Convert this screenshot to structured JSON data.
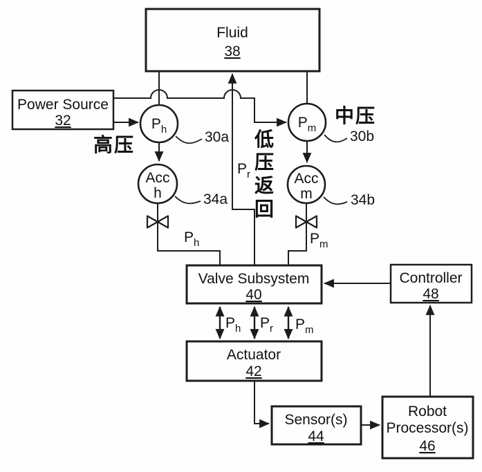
{
  "diagram": {
    "boxes": {
      "fluid": {
        "label": "Fluid",
        "ref": "38"
      },
      "power_source": {
        "label": "Power Source",
        "ref": "32"
      },
      "valve_subsystem": {
        "label": "Valve Subsystem",
        "ref": "40"
      },
      "controller": {
        "label": "Controller",
        "ref": "48"
      },
      "actuator": {
        "label": "Actuator",
        "ref": "42"
      },
      "sensors": {
        "label": "Sensor(s)",
        "ref": "44"
      },
      "robot_processors": {
        "lines": [
          "Robot",
          "Processor(s)"
        ],
        "ref": "46"
      }
    },
    "pumps": {
      "high": {
        "main": "P",
        "sub": "h",
        "callout": "30a"
      },
      "medium": {
        "main": "P",
        "sub": "m",
        "callout": "30b"
      }
    },
    "accumulators": {
      "high": {
        "line1": "Acc",
        "line2": "h",
        "callout": "34a"
      },
      "medium": {
        "line1": "Acc",
        "line2": "m",
        "callout": "34b"
      }
    },
    "pressure_labels": {
      "p_h": {
        "main": "P",
        "sub": "h"
      },
      "p_r": {
        "main": "P",
        "sub": "r"
      },
      "p_m": {
        "main": "P",
        "sub": "m"
      }
    },
    "annotations": {
      "high_pressure": "高压",
      "medium_pressure": "中压",
      "low_pressure_return_chars": [
        "低",
        "压",
        "返",
        "回"
      ],
      "color": "#4f7ed2"
    }
  }
}
